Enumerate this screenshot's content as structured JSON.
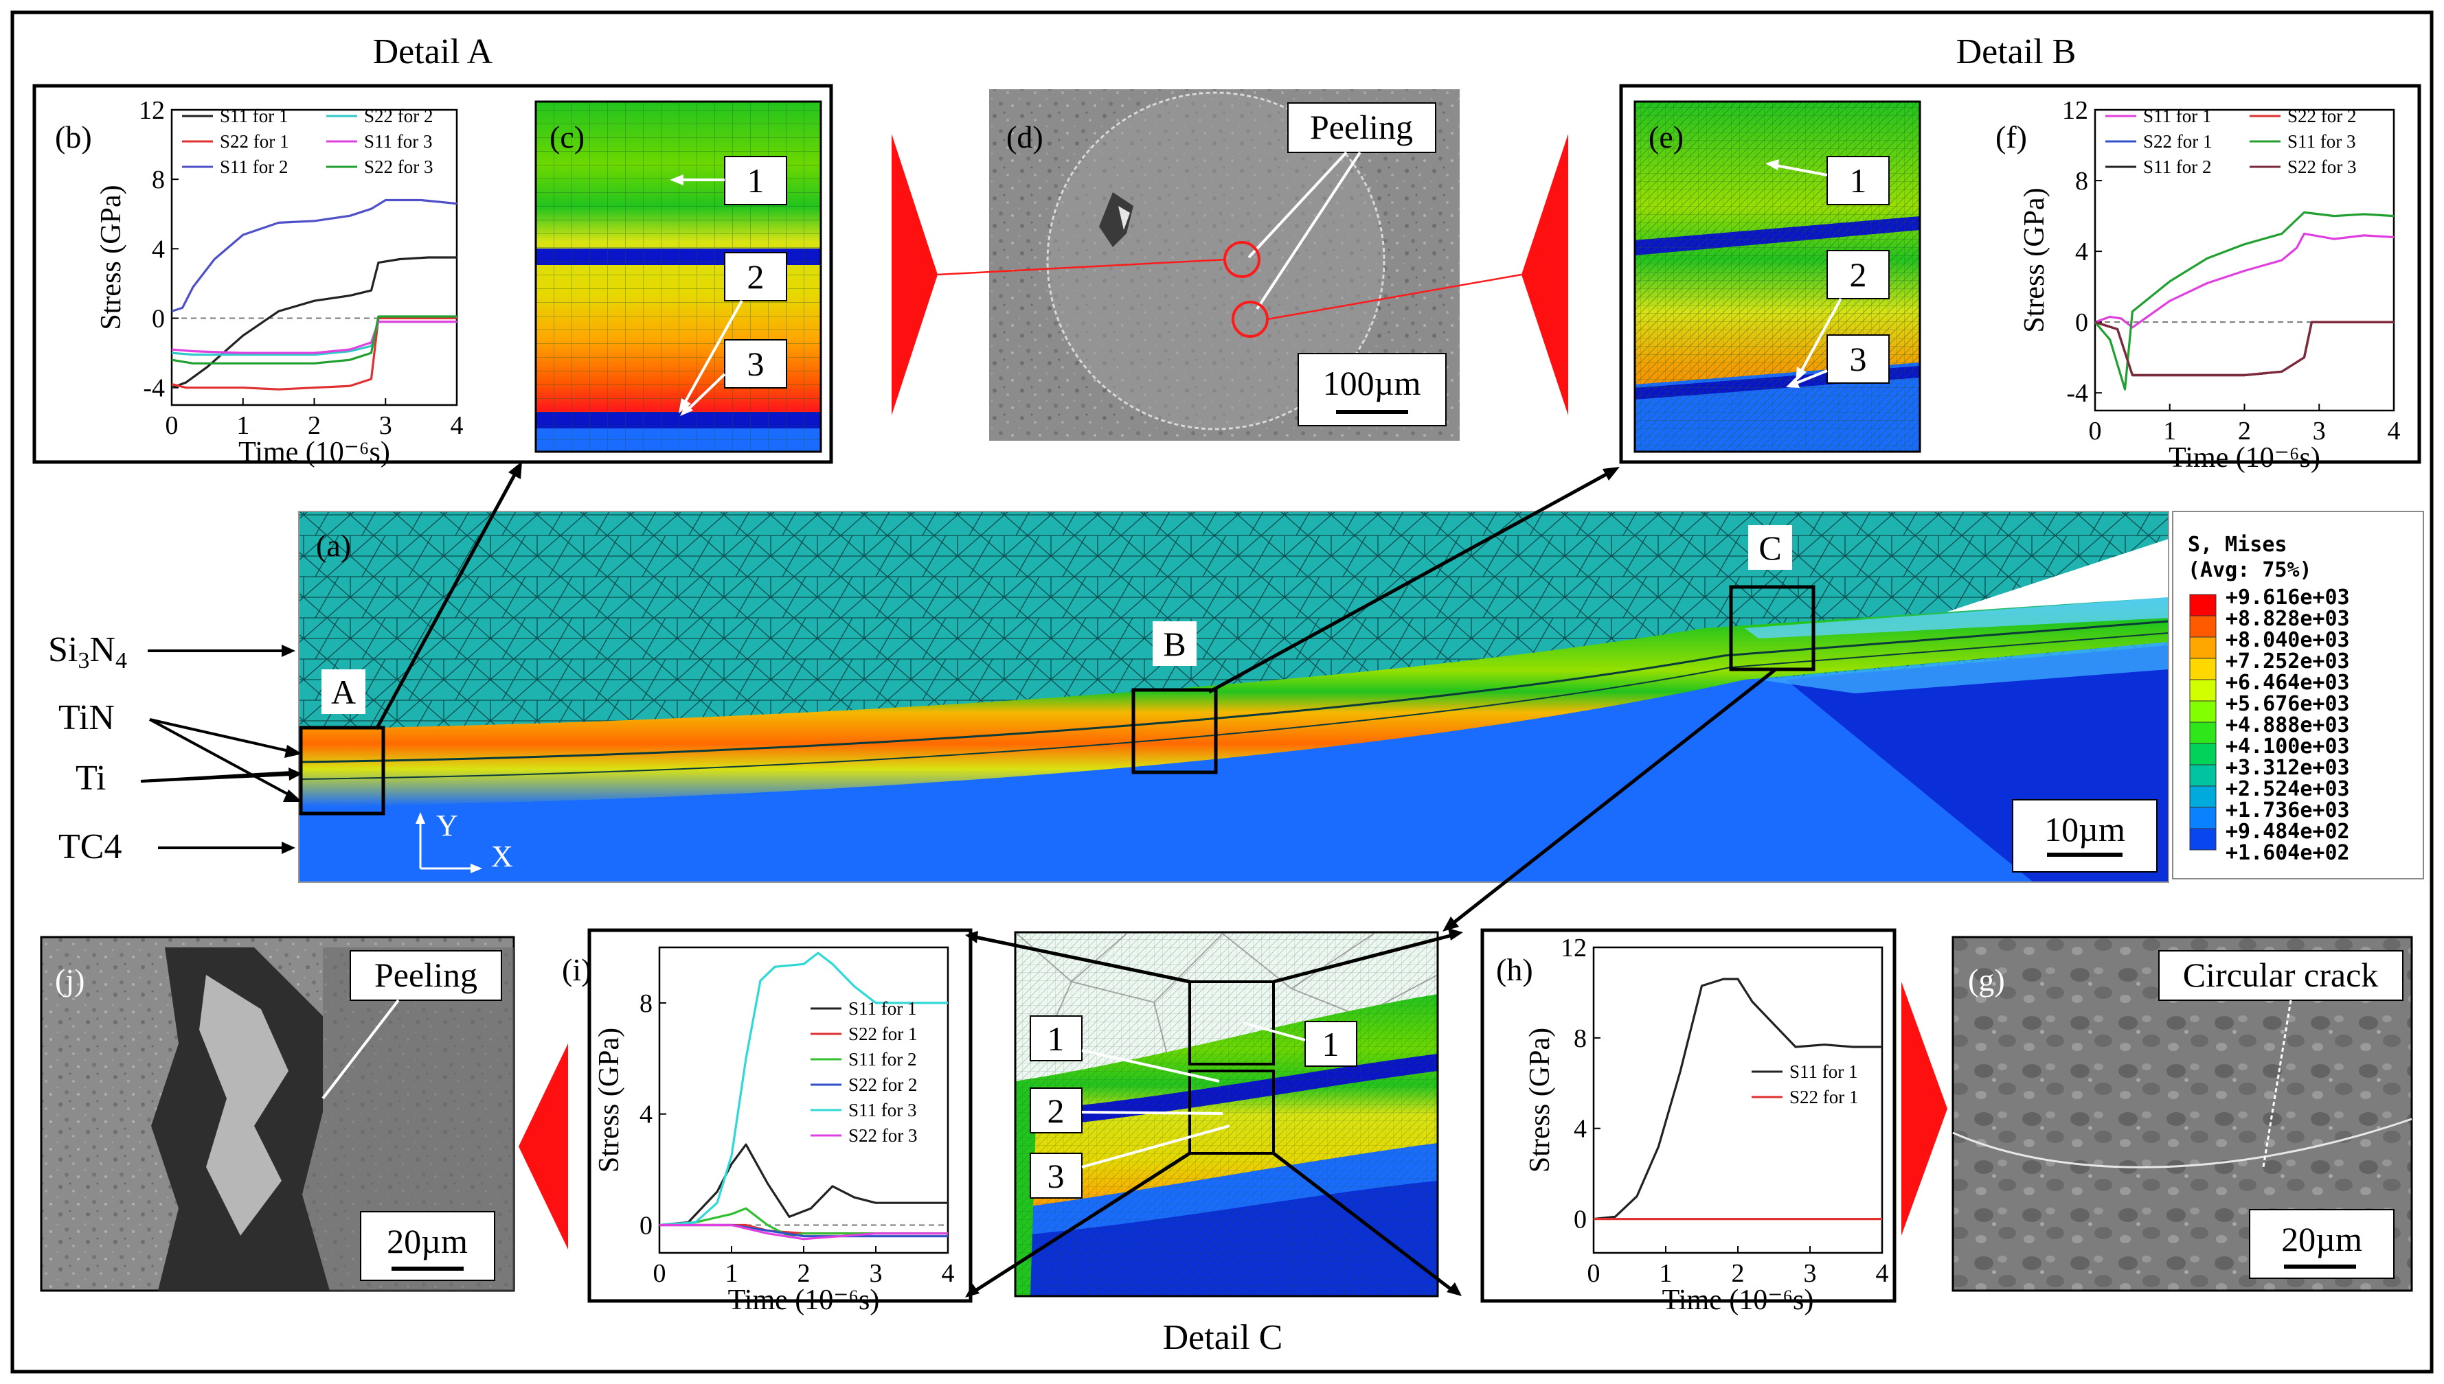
{
  "details": {
    "a": "Detail A",
    "b": "Detail B",
    "c": "Detail C"
  },
  "panel_letters": {
    "a": "(a)",
    "b": "(b)",
    "c": "(c)",
    "d": "(d)",
    "e": "(e)",
    "f": "(f)",
    "g": "(g)",
    "h": "(h)",
    "i": "(i)",
    "j": "(j)"
  },
  "main": {
    "box_labels": {
      "A": "A",
      "B": "B",
      "C": "C"
    },
    "layers": {
      "si3n4": "Si",
      "si3n4_sub3": "3",
      "si3n4_n": "N",
      "si3n4_sub4": "4",
      "tin": "TiN",
      "ti": "Ti",
      "tc4": "TC4"
    },
    "axes": {
      "y": "Y",
      "x": "X"
    },
    "scale": "10µm",
    "colors": {
      "ceramic": "#1fb3b0",
      "substrate": "#1a6bff",
      "deep": "#0a2fd8",
      "green": "#22c41e",
      "yellow": "#d9e313",
      "red": "#ff1a1a"
    }
  },
  "legend": {
    "title": "S, Mises",
    "subtitle": "(Avg: 75%)",
    "levels": [
      "+9.616e+03",
      "+8.828e+03",
      "+8.040e+03",
      "+7.252e+03",
      "+6.464e+03",
      "+5.676e+03",
      "+4.888e+03",
      "+4.100e+03",
      "+3.312e+03",
      "+2.524e+03",
      "+1.736e+03",
      "+9.484e+02",
      "+1.604e+02"
    ],
    "colors": [
      "#ff0000",
      "#ff5a00",
      "#ffa600",
      "#ffd800",
      "#d2ff00",
      "#82ff00",
      "#2ee61a",
      "#00d25a",
      "#00c3a0",
      "#00aadc",
      "#0a82ff",
      "#0a46f0",
      "#0a14c8"
    ]
  },
  "micro": {
    "peeling_d": "Peeling",
    "scale_d": "100µm",
    "peeling_j": "Peeling",
    "scale_j": "20µm",
    "crack_g": "Circular crack",
    "scale_g": "20µm",
    "mesh_points_c": [
      "1",
      "2",
      "3"
    ],
    "mesh_points_e": [
      "1",
      "2",
      "3"
    ],
    "mesh_points_detailc": [
      "1",
      "2",
      "3",
      "1"
    ]
  },
  "chart_data": [
    {
      "panel": "b",
      "type": "line",
      "xlabel": "Time (10⁻⁶s)",
      "ylabel": "Stress (GPa)",
      "xlim": [
        0,
        4
      ],
      "ylim": [
        -5,
        12
      ],
      "xticks": [
        "0",
        "1",
        "2",
        "3",
        "4"
      ],
      "yticks": [
        "-4",
        "0",
        "4",
        "8",
        "12"
      ],
      "reference_line": 0,
      "legend": [
        "S11 for 1",
        "S22 for 1",
        "S11 for 2",
        "S22 for 2",
        "S11 for 3",
        "S22 for 3"
      ],
      "series": [
        {
          "name": "S11 for 1",
          "color": "#222222",
          "x": [
            0,
            0.2,
            0.5,
            1.0,
            1.5,
            2.0,
            2.5,
            2.8,
            2.9,
            3.2,
            3.6,
            4.0
          ],
          "y": [
            -4,
            -3.7,
            -2.8,
            -1.0,
            0.4,
            1.0,
            1.3,
            1.6,
            3.2,
            3.4,
            3.5,
            3.5
          ]
        },
        {
          "name": "S22 for 1",
          "color": "#e03030",
          "x": [
            0,
            0.2,
            0.5,
            1,
            1.5,
            2,
            2.5,
            2.8,
            2.9,
            3.2,
            4
          ],
          "y": [
            -3.8,
            -4.0,
            -4.0,
            -4.0,
            -4.1,
            -4.0,
            -3.9,
            -3.5,
            0.0,
            0.0,
            0.0
          ]
        },
        {
          "name": "S11 for 2",
          "color": "#5050c8",
          "x": [
            0,
            0.15,
            0.3,
            0.6,
            1,
            1.5,
            2,
            2.5,
            2.8,
            3.0,
            3.5,
            4.0
          ],
          "y": [
            0.4,
            0.6,
            1.8,
            3.4,
            4.8,
            5.5,
            5.6,
            5.9,
            6.3,
            6.8,
            6.8,
            6.6
          ]
        },
        {
          "name": "S22 for 2",
          "color": "#30c8c8",
          "x": [
            0,
            0.3,
            1,
            2,
            2.5,
            2.8,
            2.9,
            3.2,
            4
          ],
          "y": [
            -2.0,
            -2.1,
            -2.1,
            -2.1,
            -1.9,
            -1.6,
            -0.2,
            -0.2,
            -0.2
          ]
        },
        {
          "name": "S11 for 3",
          "color": "#e040e0",
          "x": [
            0,
            0.3,
            1,
            2,
            2.5,
            2.8,
            2.9,
            3.2,
            4
          ],
          "y": [
            -1.8,
            -1.9,
            -2.0,
            -2.0,
            -1.8,
            -1.4,
            -0.2,
            -0.2,
            -0.2
          ]
        },
        {
          "name": "S22 for 3",
          "color": "#20a030",
          "x": [
            0,
            0.3,
            1,
            2,
            2.5,
            2.8,
            2.9,
            3.2,
            4
          ],
          "y": [
            -2.4,
            -2.6,
            -2.6,
            -2.6,
            -2.4,
            -2.0,
            0.1,
            0.1,
            0.1
          ]
        }
      ]
    },
    {
      "panel": "f",
      "type": "line",
      "xlabel": "Time (10⁻⁶s)",
      "ylabel": "Stress (GPa)",
      "xlim": [
        0,
        4
      ],
      "ylim": [
        -5,
        12
      ],
      "xticks": [
        "0",
        "1",
        "2",
        "3",
        "4"
      ],
      "yticks": [
        "-4",
        "0",
        "4",
        "8",
        "12"
      ],
      "reference_line": 0,
      "legend": [
        "S11 for 1",
        "S22 for 1",
        "S11 for 2",
        "S22 for 2",
        "S11 for 3",
        "S22 for 3"
      ],
      "series": [
        {
          "name": "S11 for 1",
          "color": "#e040e0",
          "x": [
            0,
            0.2,
            0.35,
            0.5,
            1,
            1.5,
            2,
            2.5,
            2.7,
            2.8,
            3.2,
            3.6,
            4
          ],
          "y": [
            0,
            0.3,
            0.2,
            -0.3,
            1.2,
            2.2,
            2.9,
            3.5,
            4.2,
            5.0,
            4.7,
            4.9,
            4.8
          ]
        },
        {
          "name": "S22 for 1",
          "color": "#3050c8",
          "x": [
            0,
            0.3,
            0.5,
            1,
            2,
            2.5,
            2.8,
            2.9,
            4
          ],
          "y": [
            0,
            -0.4,
            -3.0,
            -3.0,
            -3.0,
            -2.8,
            -2.0,
            0,
            0
          ]
        },
        {
          "name": "S11 for 2",
          "color": "#222222",
          "x": [
            0,
            0.3,
            0.5,
            1,
            2,
            2.5,
            2.8,
            2.9,
            4
          ],
          "y": [
            0,
            -0.4,
            -3.0,
            -3.0,
            -3.0,
            -2.8,
            -2.0,
            0,
            0
          ]
        },
        {
          "name": "S22 for 2",
          "color": "#e03030",
          "x": [
            0,
            0.3,
            0.5,
            1,
            2,
            2.5,
            2.8,
            2.9,
            4
          ],
          "y": [
            0,
            -0.4,
            -3.0,
            -3.0,
            -3.0,
            -2.8,
            -2.0,
            0,
            0
          ]
        },
        {
          "name": "S11 for 3",
          "color": "#20a030",
          "x": [
            0,
            0.2,
            0.4,
            0.5,
            1,
            1.5,
            2,
            2.5,
            2.8,
            3.2,
            3.6,
            4
          ],
          "y": [
            0,
            -1.0,
            -3.8,
            0.6,
            2.3,
            3.6,
            4.4,
            5.0,
            6.2,
            6.0,
            6.1,
            6.0
          ]
        },
        {
          "name": "S22 for 3",
          "color": "#7a2a3a",
          "x": [
            0,
            0.3,
            0.5,
            1,
            2,
            2.5,
            2.8,
            2.9,
            4
          ],
          "y": [
            0,
            -0.4,
            -3.0,
            -3.0,
            -3.0,
            -2.8,
            -2.0,
            0,
            0
          ]
        }
      ]
    },
    {
      "panel": "h",
      "type": "line",
      "xlabel": "Time (10⁻⁶s)",
      "ylabel": "Stress (GPa)",
      "xlim": [
        0,
        4
      ],
      "ylim": [
        -1.5,
        12
      ],
      "xticks": [
        "0",
        "1",
        "2",
        "3",
        "4"
      ],
      "yticks": [
        "0",
        "4",
        "8",
        "12"
      ],
      "legend": [
        "S11 for 1",
        "S22 for 1"
      ],
      "series": [
        {
          "name": "S11 for 1",
          "color": "#222222",
          "x": [
            0,
            0.3,
            0.6,
            0.9,
            1.2,
            1.5,
            1.8,
            2.0,
            2.2,
            2.5,
            2.8,
            3.2,
            3.6,
            4
          ],
          "y": [
            0,
            0.1,
            1.0,
            3.2,
            6.5,
            10.3,
            10.6,
            10.6,
            9.6,
            8.6,
            7.6,
            7.7,
            7.6,
            7.6
          ]
        },
        {
          "name": "S22 for 1",
          "color": "#e03030",
          "x": [
            0,
            1,
            2,
            3,
            4
          ],
          "y": [
            0,
            0,
            0,
            0,
            0
          ]
        }
      ]
    },
    {
      "panel": "i",
      "type": "line",
      "xlabel": "Time (10⁻⁶s)",
      "ylabel": "Stress (GPa)",
      "xlim": [
        0,
        4
      ],
      "ylim": [
        -1,
        10
      ],
      "xticks": [
        "0",
        "1",
        "2",
        "3",
        "4"
      ],
      "yticks": [
        "0",
        "4",
        "8"
      ],
      "reference_line": 0,
      "legend": [
        "S11 for 1",
        "S22 for 1",
        "S11 for 2",
        "S22 for 2",
        "S11 for 3",
        "S22 for 3"
      ],
      "series": [
        {
          "name": "S11 for 1",
          "color": "#222222",
          "x": [
            0,
            0.4,
            0.8,
            1.0,
            1.2,
            1.5,
            1.8,
            2.1,
            2.4,
            2.7,
            3.0,
            3.5,
            4
          ],
          "y": [
            0,
            0.1,
            1.2,
            2.2,
            2.9,
            1.5,
            0.3,
            0.6,
            1.4,
            1.0,
            0.8,
            0.8,
            0.8
          ]
        },
        {
          "name": "S22 for 1",
          "color": "#e03030",
          "x": [
            0,
            1,
            1.2,
            1.5,
            2,
            3,
            4
          ],
          "y": [
            0,
            0,
            0,
            -0.2,
            -0.3,
            -0.3,
            -0.3
          ]
        },
        {
          "name": "S11 for 2",
          "color": "#30c030",
          "x": [
            0,
            0.5,
            1,
            1.2,
            1.5,
            1.8,
            2,
            3,
            4
          ],
          "y": [
            0,
            0.1,
            0.4,
            0.6,
            0,
            -0.4,
            -0.3,
            -0.3,
            -0.3
          ]
        },
        {
          "name": "S22 for 2",
          "color": "#3050c8",
          "x": [
            0,
            1,
            1.5,
            2,
            3,
            4
          ],
          "y": [
            0,
            0,
            -0.2,
            -0.4,
            -0.4,
            -0.4
          ]
        },
        {
          "name": "S11 for 3",
          "color": "#30d8d8",
          "x": [
            0,
            0.5,
            0.8,
            1.0,
            1.2,
            1.4,
            1.6,
            2.0,
            2.2,
            2.4,
            2.7,
            3.0,
            3.5,
            4
          ],
          "y": [
            0,
            0.1,
            0.8,
            2.5,
            6.0,
            8.8,
            9.3,
            9.4,
            9.8,
            9.4,
            8.6,
            8.0,
            8.0,
            8.0
          ]
        },
        {
          "name": "S22 for 3",
          "color": "#e040e0",
          "x": [
            0,
            1,
            1.5,
            2,
            3,
            4
          ],
          "y": [
            0,
            0,
            -0.3,
            -0.5,
            -0.3,
            -0.3
          ]
        }
      ]
    }
  ]
}
